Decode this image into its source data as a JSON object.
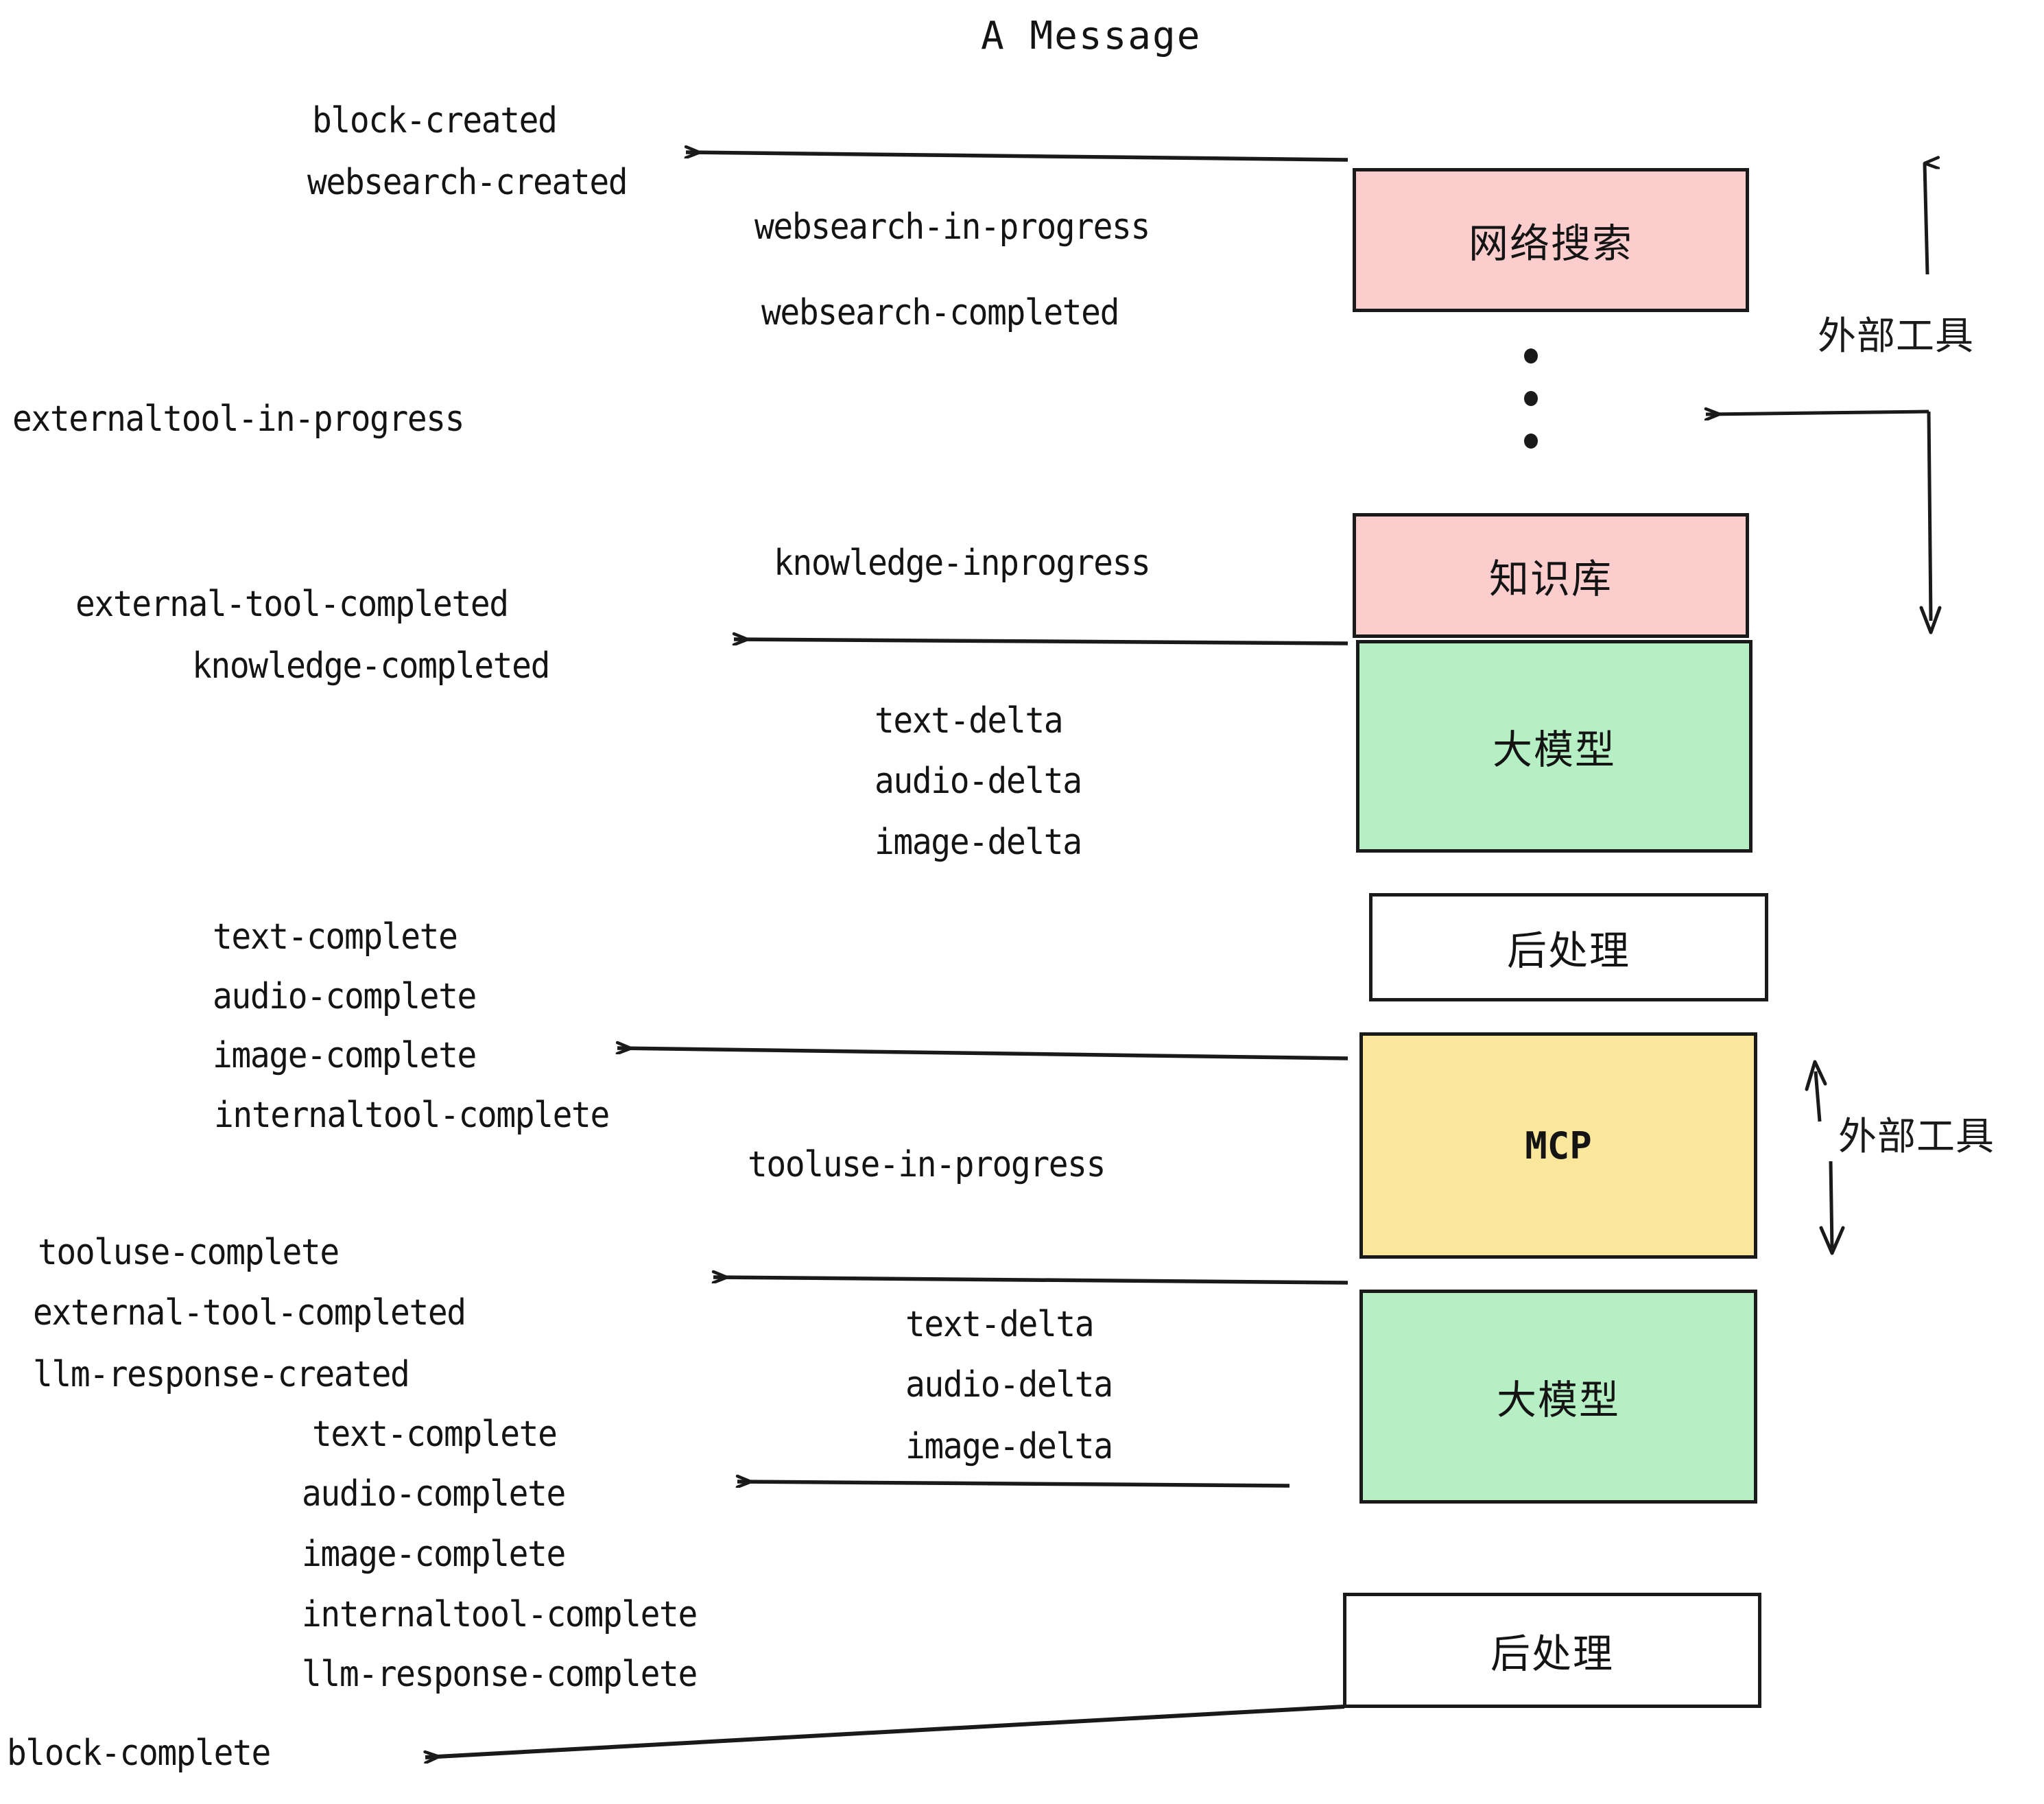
{
  "title": "A Message",
  "nodes": [
    {
      "id": "websearch",
      "label": "网络搜索",
      "color": "#fbcdcd",
      "kind": "cjk"
    },
    {
      "id": "knowledge",
      "label": "知识库",
      "color": "#fbcdcd",
      "kind": "cjk"
    },
    {
      "id": "llm-1",
      "label": "大模型",
      "color": "#b5efc3",
      "kind": "cjk"
    },
    {
      "id": "postprocess-1",
      "label": "后处理",
      "color": "#ffffff",
      "kind": "cjk"
    },
    {
      "id": "mcp",
      "label": "MCP",
      "color": "#fae79b",
      "kind": "latin"
    },
    {
      "id": "llm-2",
      "label": "大模型",
      "color": "#b5efc3",
      "kind": "cjk"
    },
    {
      "id": "postprocess-2",
      "label": "后处理",
      "color": "#ffffff",
      "kind": "cjk"
    }
  ],
  "side_labels": [
    {
      "id": "external-tools-top",
      "text": "外部工具"
    },
    {
      "id": "external-tools-bottom",
      "text": "外部工具"
    }
  ],
  "events": [
    {
      "id": "block-created",
      "text": "block-created"
    },
    {
      "id": "websearch-created",
      "text": "websearch-created"
    },
    {
      "id": "websearch-in-progress",
      "text": "websearch-in-progress"
    },
    {
      "id": "websearch-completed",
      "text": "websearch-completed"
    },
    {
      "id": "externaltool-in-progress",
      "text": "externaltool-in-progress"
    },
    {
      "id": "knowledge-inprogress",
      "text": "knowledge-inprogress"
    },
    {
      "id": "external-tool-completed-1",
      "text": "external-tool-completed"
    },
    {
      "id": "knowledge-completed",
      "text": "knowledge-completed"
    },
    {
      "id": "text-delta-1",
      "text": "text-delta"
    },
    {
      "id": "audio-delta-1",
      "text": "audio-delta"
    },
    {
      "id": "image-delta-1",
      "text": "image-delta"
    },
    {
      "id": "text-complete-1",
      "text": "text-complete"
    },
    {
      "id": "audio-complete-1",
      "text": "audio-complete"
    },
    {
      "id": "image-complete-1",
      "text": "image-complete"
    },
    {
      "id": "internaltool-complete-1",
      "text": "internaltool-complete"
    },
    {
      "id": "tooluse-in-progress",
      "text": "tooluse-in-progress"
    },
    {
      "id": "tooluse-complete",
      "text": "tooluse-complete"
    },
    {
      "id": "external-tool-completed-2",
      "text": "external-tool-completed"
    },
    {
      "id": "llm-response-created",
      "text": "llm-response-created"
    },
    {
      "id": "text-complete-2",
      "text": "text-complete"
    },
    {
      "id": "text-delta-2",
      "text": "text-delta"
    },
    {
      "id": "audio-delta-2",
      "text": "audio-delta"
    },
    {
      "id": "image-delta-2",
      "text": "image-delta"
    },
    {
      "id": "audio-complete-2",
      "text": "audio-complete"
    },
    {
      "id": "image-complete-2",
      "text": "image-complete"
    },
    {
      "id": "internaltool-complete-2",
      "text": "internaltool-complete"
    },
    {
      "id": "llm-response-complete",
      "text": "llm-response-complete"
    },
    {
      "id": "block-complete",
      "text": "block-complete"
    }
  ],
  "colors": {
    "pink": "#fbcdcd",
    "green": "#b5efc3",
    "yellow": "#fae79b",
    "white": "#ffffff",
    "stroke": "#1a1a1a",
    "background": "#ffffff"
  }
}
